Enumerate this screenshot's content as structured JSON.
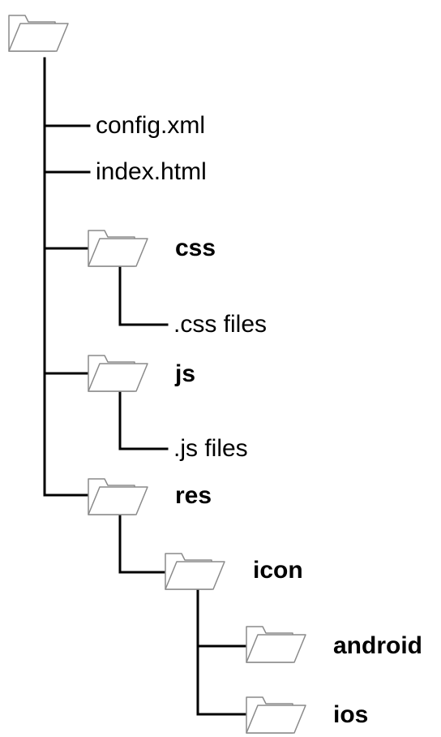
{
  "tree": {
    "files": {
      "config": "config.xml",
      "index": "index.html",
      "css_files": ".css files",
      "js_files": ".js files"
    },
    "folders": {
      "root": "",
      "css": "css",
      "js": "js",
      "res": "res",
      "icon": "icon",
      "android": "android",
      "ios": "ios"
    }
  },
  "colors": {
    "line": "#000000",
    "folder_stroke": "#8a8a8a",
    "folder_fill": "#ffffff"
  },
  "icons": [
    "folder-icon"
  ]
}
